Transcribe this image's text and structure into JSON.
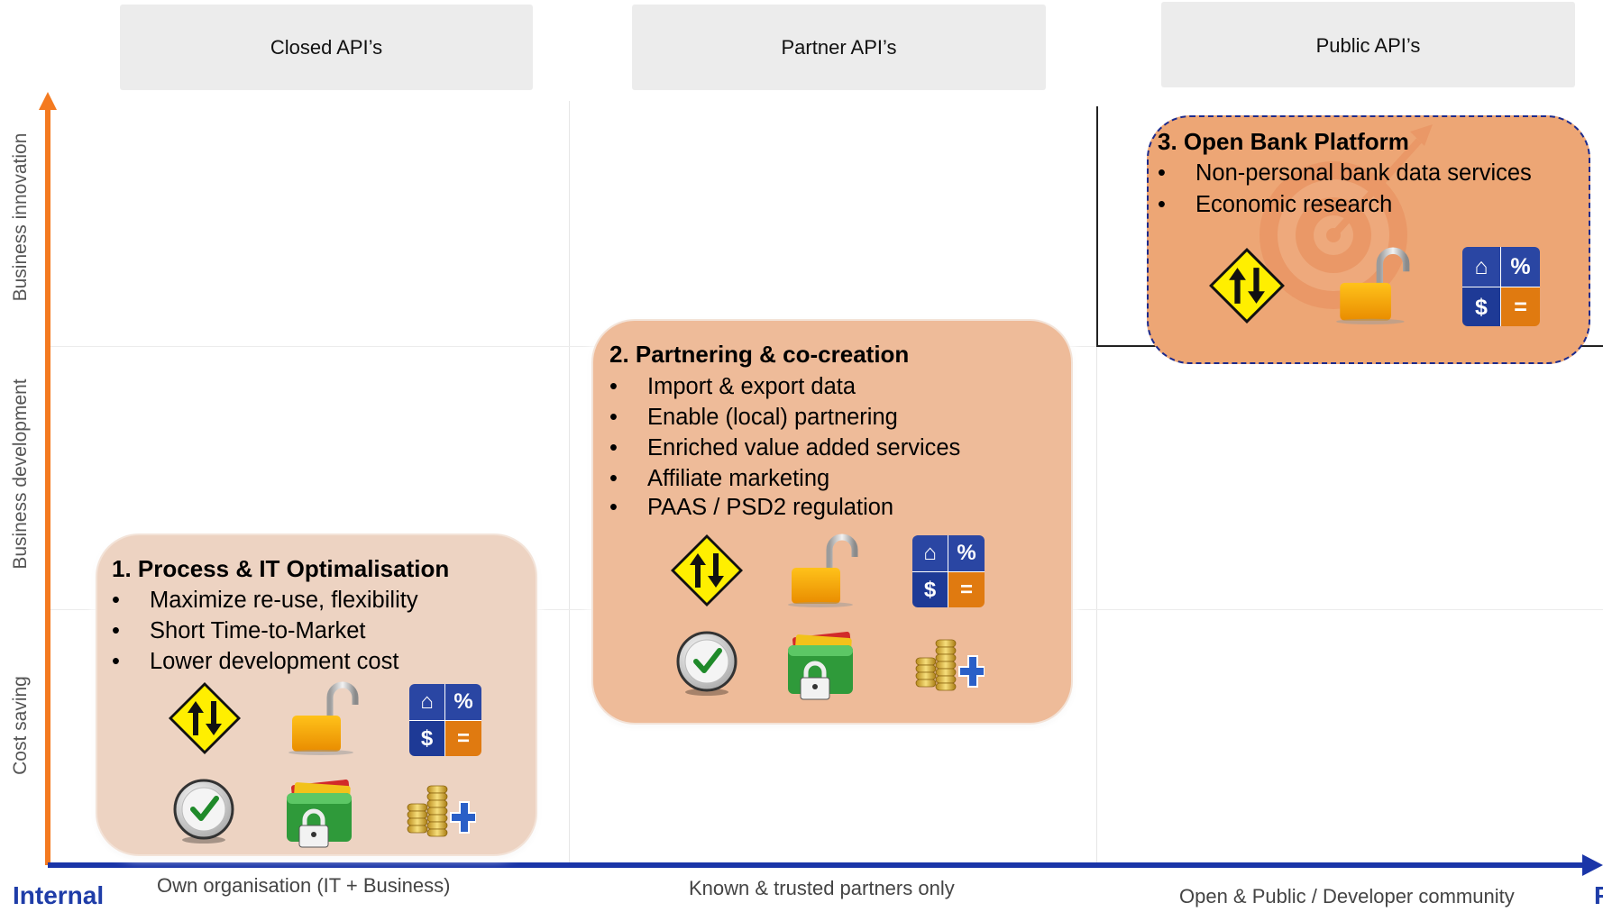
{
  "columns": [
    "Closed API’s",
    "Partner API’s",
    "Public API’s"
  ],
  "y_axis": {
    "labels": [
      "Business innovation",
      "Business development",
      "Cost saving"
    ]
  },
  "x_axis": {
    "start_label": "Internal",
    "end_label_partial": "P",
    "zones": [
      "Own organisation (IT + Business)",
      "Known & trusted partners only",
      "Open & Public / Developer community"
    ]
  },
  "cards": [
    {
      "title": "1. Process & IT Optimalisation",
      "bullets": [
        "Maximize re-use, flexibility",
        "Short Time-to-Market",
        "Lower development cost"
      ]
    },
    {
      "title": "2. Partnering & co-creation",
      "bullets": [
        "Import & export data",
        "Enable (local) partnering",
        "Enriched  value added services",
        "Affiliate marketing",
        "PAAS / PSD2 regulation"
      ]
    },
    {
      "title": "3. Open Bank Platform",
      "bullets": [
        "Non-personal bank data services",
        "Economic research"
      ]
    }
  ],
  "calc_icon": {
    "house": "⌂",
    "percent": "%",
    "dollar": "$",
    "equals": "="
  },
  "icons": [
    "up-down-arrows-sign-icon",
    "open-padlock-icon",
    "calculator-icon",
    "checkmark-badge-icon",
    "locked-wallet-icon",
    "coins-plus-icon",
    "target-icon"
  ],
  "colors": {
    "axis_vertical": "#f47a20",
    "axis_horizontal": "#1a35a8",
    "card1": "#edd3c2",
    "card2": "#eebb99",
    "card3": "#eda675",
    "internal_label": "#1f3da8"
  }
}
